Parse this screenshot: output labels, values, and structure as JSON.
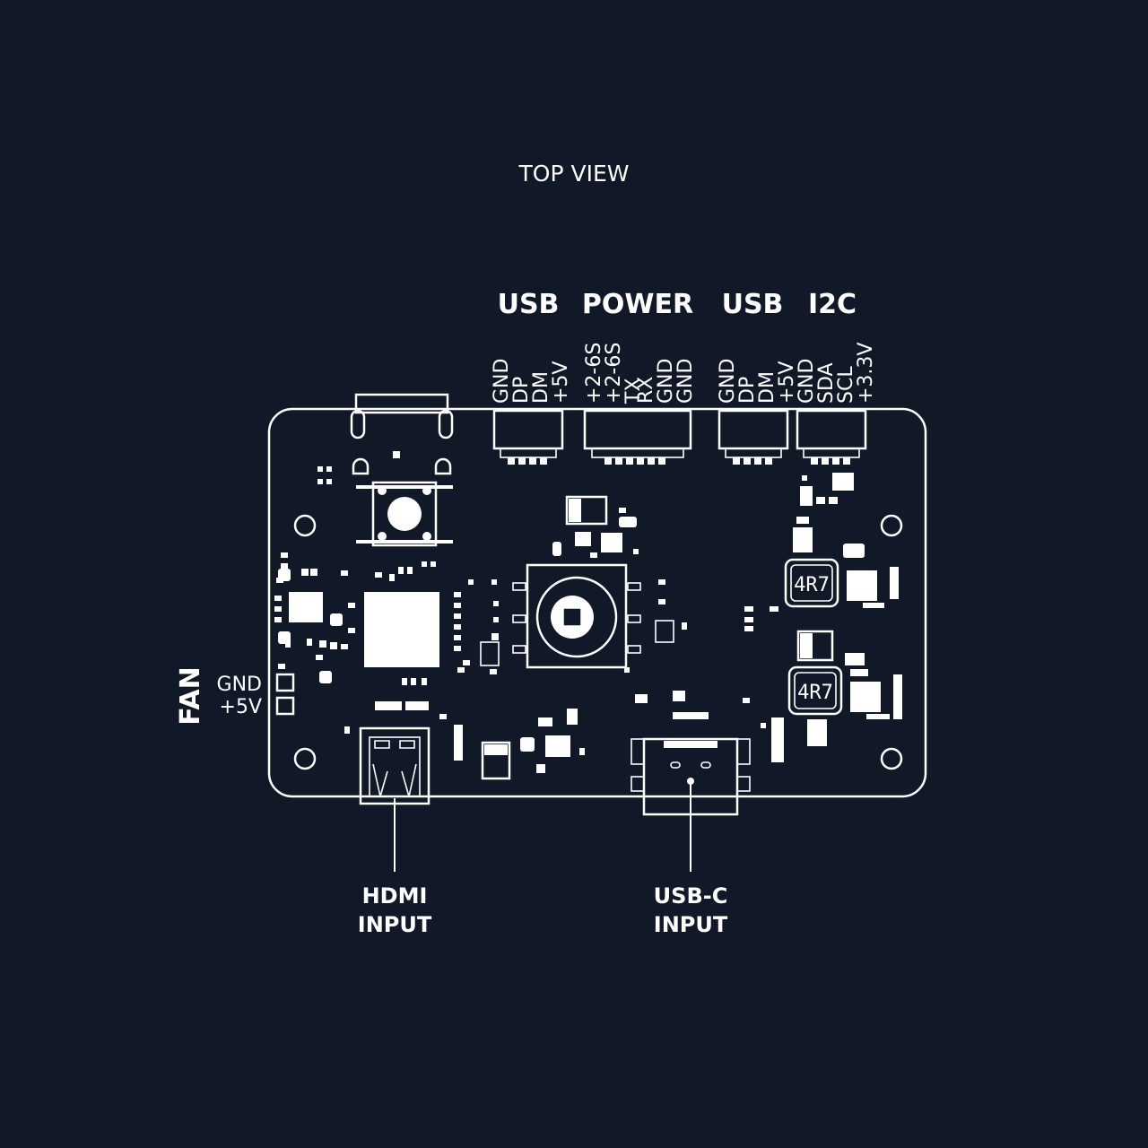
{
  "diagram": {
    "title": "TOP VIEW",
    "connectors": [
      {
        "id": "usb1",
        "label": "USB",
        "pins": [
          "GND",
          "DP",
          "DM",
          "+5V"
        ]
      },
      {
        "id": "power",
        "label": "POWER",
        "pins": [
          "+2-6S",
          "+2-6S",
          "TX",
          "RX",
          "GND",
          "GND"
        ]
      },
      {
        "id": "usb2",
        "label": "USB",
        "pins": [
          "GND",
          "DP",
          "DM",
          "+5V"
        ]
      },
      {
        "id": "i2c",
        "label": "I2C",
        "pins": [
          "GND",
          "SDA",
          "SCL",
          "+3.3V"
        ]
      }
    ],
    "fan": {
      "label": "FAN",
      "pins": [
        "GND",
        "+5V"
      ]
    },
    "inputs": {
      "hdmi": [
        "HDMI",
        "INPUT"
      ],
      "usbc": [
        "USB-C",
        "INPUT"
      ]
    },
    "inductors": [
      "4R7",
      "4R7"
    ],
    "colors": {
      "background": "#111827",
      "line": "#ffffff"
    }
  }
}
